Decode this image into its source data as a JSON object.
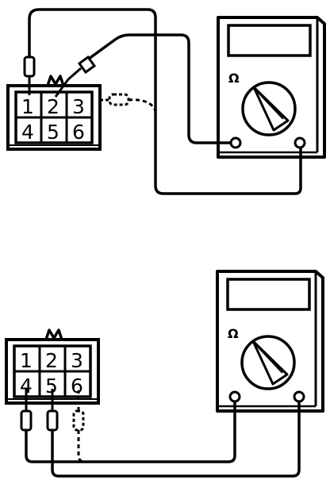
{
  "upper_figure": {
    "connector": {
      "pins": [
        "1",
        "2",
        "3",
        "4",
        "5",
        "6"
      ]
    },
    "meter": {
      "symbol": "Ω"
    }
  },
  "lower_figure": {
    "connector": {
      "pins": [
        "1",
        "2",
        "3",
        "4",
        "5",
        "6"
      ]
    },
    "meter": {
      "symbol": "Ω"
    }
  }
}
